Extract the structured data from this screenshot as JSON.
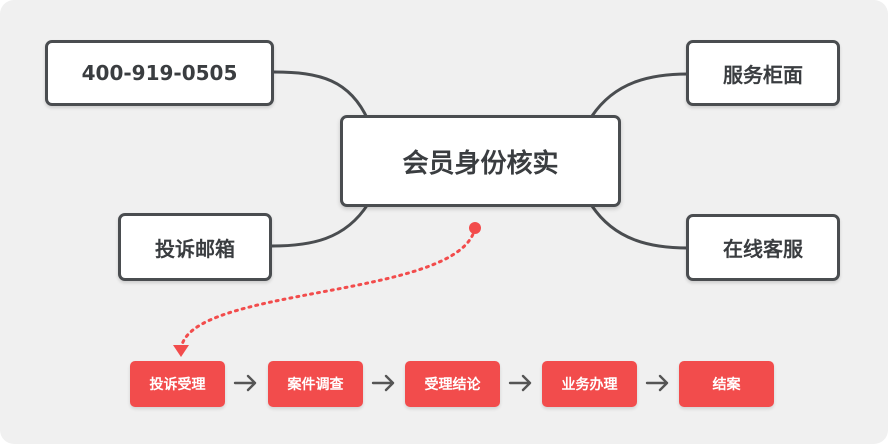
{
  "center": {
    "label": "会员身份核实"
  },
  "nodes": {
    "phone": "400-919-0505",
    "email": "投诉邮箱",
    "counter": "服务柜面",
    "online": "在线客服"
  },
  "flow": {
    "steps": [
      "投诉受理",
      "案件调查",
      "受理结论",
      "业务办理",
      "结案"
    ]
  },
  "colors": {
    "step_fill": "#f24c4c",
    "dotted_link": "#f24c4c",
    "node_border": "#4a4d50",
    "connector": "#4a4d50",
    "flow_arrow": "#555555",
    "background": "#f0f0f0"
  }
}
